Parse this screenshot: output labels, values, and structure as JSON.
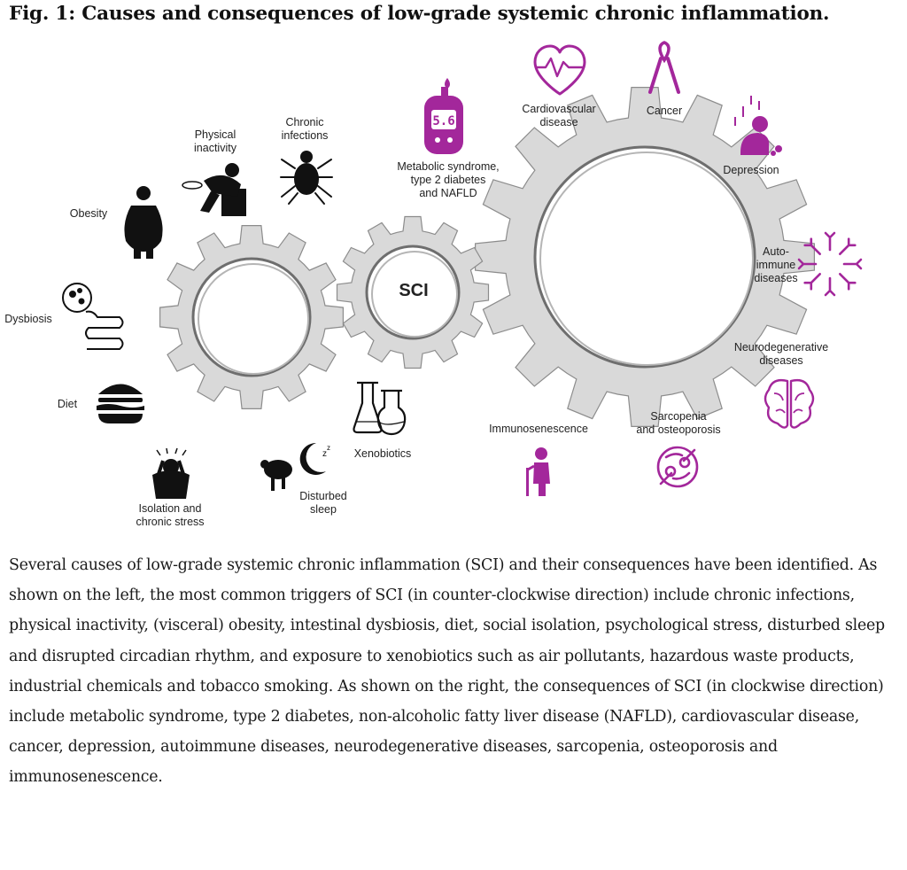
{
  "figure": {
    "title": "Fig. 1: Causes and consequences of low-grade systemic chronic inflammation.",
    "center_label": "SCI",
    "glucose_reading": "5.6",
    "colors": {
      "cause_icon": "#111111",
      "consequence_icon": "#a3279b",
      "gear_fill": "#d9d9d9",
      "gear_stroke": "#8c8c8c"
    },
    "causes": [
      {
        "icon": "tick-icon",
        "label_lines": [
          "Chronic",
          "infections"
        ]
      },
      {
        "icon": "person-sitting-icon",
        "label_lines": [
          "Physical",
          "inactivity"
        ]
      },
      {
        "icon": "obese-person-icon",
        "label_lines": [
          "Obesity"
        ]
      },
      {
        "icon": "intestine-bacteria-icon",
        "label_lines": [
          "Dysbiosis"
        ]
      },
      {
        "icon": "burger-icon",
        "label_lines": [
          "Diet"
        ]
      },
      {
        "icon": "stressed-person-icon",
        "label_lines": [
          "Isolation and",
          "chronic stress"
        ]
      },
      {
        "icon": "sheep-moon-icon",
        "label_lines": [
          "Disturbed",
          "sleep"
        ]
      },
      {
        "icon": "flasks-icon",
        "label_lines": [
          "Xenobiotics"
        ]
      }
    ],
    "consequences": [
      {
        "icon": "glucometer-icon",
        "label_lines": [
          "Metabolic syndrome,",
          "type 2 diabetes",
          "and NAFLD"
        ]
      },
      {
        "icon": "heart-pulse-icon",
        "label_lines": [
          "Cardiovascular",
          "disease"
        ]
      },
      {
        "icon": "cancer-ribbon-icon",
        "label_lines": [
          "Cancer"
        ]
      },
      {
        "icon": "depressed-person-icon",
        "label_lines": [
          "Depression"
        ]
      },
      {
        "icon": "antibodies-icon",
        "label_lines": [
          "Auto-",
          "immune",
          "diseases"
        ]
      },
      {
        "icon": "brain-icon",
        "label_lines": [
          "Neurodegenerative",
          "diseases"
        ]
      },
      {
        "icon": "bone-joint-icon",
        "label_lines": [
          "Sarcopenia",
          "and osteoporosis"
        ]
      },
      {
        "icon": "elderly-person-icon",
        "label_lines": [
          "Immunosenescence"
        ]
      }
    ]
  },
  "caption": {
    "text": "Several causes of low-grade systemic chronic inflammation (SCI) and their consequences have been identified. As shown on the left, the most common triggers of SCI (in counter-clockwise direction) include chronic infections, physical inactivity, (visceral) obesity, intestinal dysbiosis, diet, social isolation, psychological stress, disturbed sleep and disrupted circadian rhythm, and exposure to xenobiotics such as air pollutants, hazardous waste products, industrial chemicals and tobacco smoking. As shown on the right, the consequences of SCI (in clockwise direction) include metabolic syndrome, type 2 diabetes, non-alcoholic fatty liver disease (NAFLD), cardiovascular disease, cancer, depression, autoimmune diseases, neurodegenerative diseases, sarcopenia, osteoporosis and immunosenescence."
  }
}
